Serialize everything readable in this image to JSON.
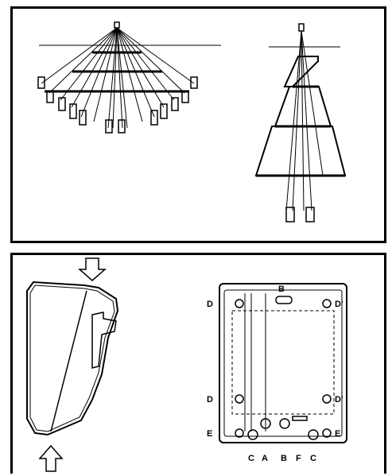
{
  "panels": [
    {
      "id": "detection-pattern"
    },
    {
      "id": "mounting-base"
    }
  ],
  "labels": {
    "b_top": "B",
    "d_left_top": "D",
    "d_right_top": "D'",
    "d_left_mid": "D",
    "d_right_mid": "D'",
    "e_left": "E",
    "e_right": "E",
    "c_left": "C",
    "a": "A",
    "b_bottom": "B",
    "f": "F",
    "c_right": "C"
  },
  "colors": {
    "line": "#000000",
    "background": "#ffffff"
  }
}
